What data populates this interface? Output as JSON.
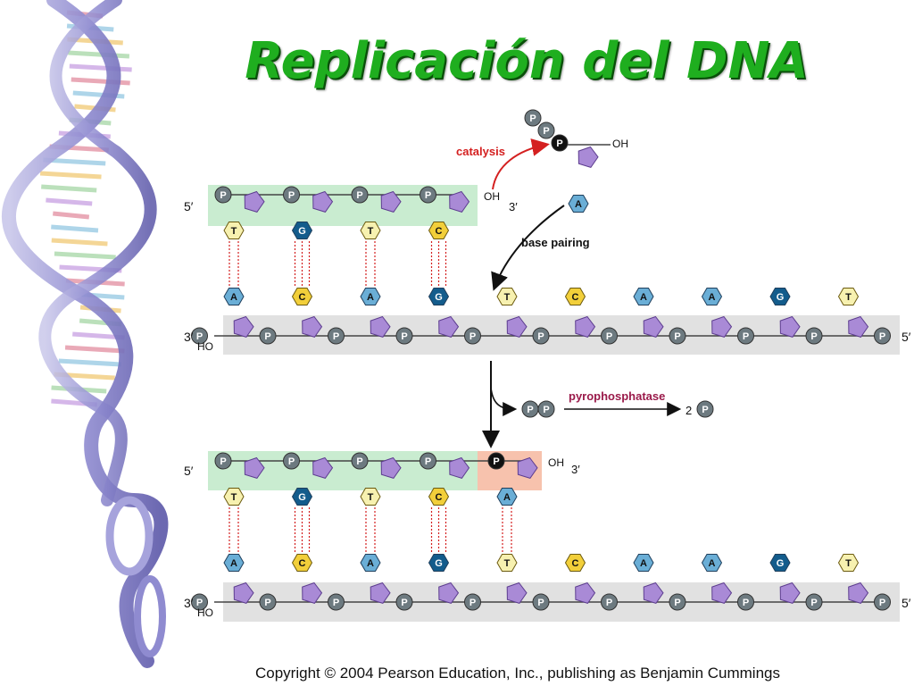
{
  "title": "Replicación del DNA",
  "copyright": "Copyright © 2004 Pearson Education, Inc., publishing as Benjamin Cummings",
  "labels": {
    "catalysis": "catalysis",
    "base_pairing": "base pairing",
    "pyrophosphatase": "pyrophosphatase",
    "two_p": "2",
    "five_prime": "5′",
    "three_prime": "3′",
    "oh": "OH",
    "ho": "HO",
    "phosphate": "P"
  },
  "incoming_nucleotide": {
    "base": "A",
    "phosphates": 3
  },
  "stage1": {
    "new_strand": [
      "T",
      "G",
      "T",
      "C"
    ],
    "template_strand": [
      "A",
      "C",
      "A",
      "G",
      "T",
      "C",
      "A",
      "A",
      "G",
      "T"
    ]
  },
  "stage2": {
    "new_strand": [
      "T",
      "G",
      "T",
      "C",
      "A"
    ],
    "template_strand": [
      "A",
      "C",
      "A",
      "G",
      "T",
      "C",
      "A",
      "A",
      "G",
      "T"
    ]
  },
  "colors": {
    "title": "#1fae1f",
    "sugar": "#a98ad6",
    "A": "#6aaed6",
    "T": "#f7f1b0",
    "G": "#135c8c",
    "C": "#f2cf3a",
    "catalysis": "#d42020",
    "pyrophosphatase": "#9a1a4a",
    "new_strand_band": "#c9ecd0",
    "new_bond_band": "#f7c2ad",
    "template_band": "#e1e1e1"
  }
}
